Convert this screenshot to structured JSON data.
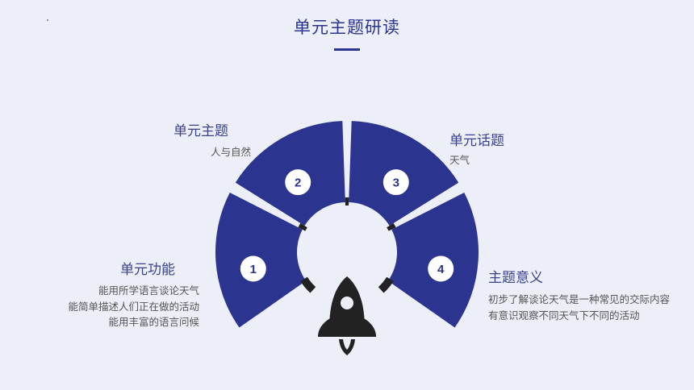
{
  "title": "单元主题研读",
  "colors": {
    "accent": "#2b3590",
    "background": "#eceef8",
    "dark": "#222222"
  },
  "segments": [
    {
      "number": "1",
      "heading": "单元功能",
      "lines": [
        "能用所学语言谈论天气",
        "能简单描述人们正在做的活动",
        "能用丰富的语言问候"
      ]
    },
    {
      "number": "2",
      "heading": "单元主题",
      "lines": [
        "人与自然"
      ]
    },
    {
      "number": "3",
      "heading": "单元话题",
      "lines": [
        "天气"
      ]
    },
    {
      "number": "4",
      "heading": "主题意义",
      "lines": [
        "初步了解谈论天气是一种常见的交际内容",
        "有意识观察不同天气下不同的活动"
      ]
    }
  ],
  "center_icon": "rocket-icon"
}
